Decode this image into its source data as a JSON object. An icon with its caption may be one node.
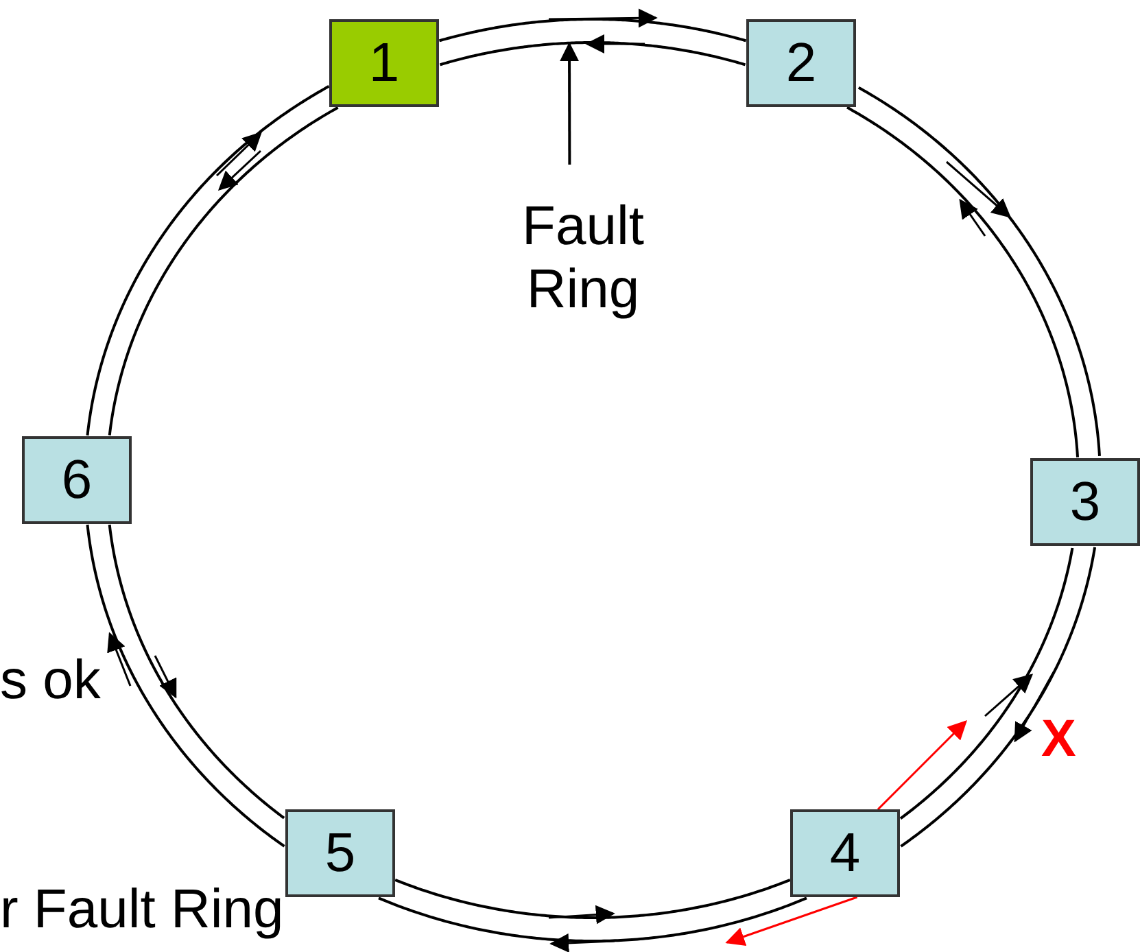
{
  "diagram": {
    "nodes": [
      {
        "text": [
          "1"
        ]
      },
      {
        "text": [
          "2"
        ]
      },
      {
        "text": [
          "3"
        ]
      },
      {
        "text": [
          "4"
        ]
      },
      {
        "text": [
          "5"
        ]
      },
      {
        "text": [
          "6"
        ]
      },
      {
        "text": [
          "Fault Ring"
        ]
      }
    ],
    "edges": [
      {
        "from": 0,
        "to": 1,
        "arrow": "none"
      },
      {
        "from": 1,
        "to": 2,
        "arrow": "none"
      },
      {
        "from": 2,
        "to": 3,
        "arrow": "none"
      },
      {
        "from": 3,
        "to": 4,
        "arrow": "none"
      },
      {
        "from": 4,
        "to": 5,
        "arrow": "none"
      },
      {
        "from": 5,
        "to": 0,
        "arrow": "none"
      },
      {
        "from": 0,
        "to": 1,
        "arrow": "none"
      },
      {
        "from": 1,
        "to": 2,
        "arrow": "none"
      },
      {
        "from": 2,
        "to": 3,
        "arrow": "none"
      },
      {
        "from": 3,
        "to": 4,
        "arrow": "none"
      },
      {
        "from": 4,
        "to": 5,
        "arrow": "none"
      },
      {
        "from": 5,
        "to": 0,
        "arrow": "none"
      },
      {
        "from": 6,
        "to": null,
        "arrow": "to"
      },
      {
        "from": 3,
        "to": null,
        "arrow": "to",
        "color": "#ff0000"
      },
      {
        "from": 3,
        "to": null,
        "arrow": "to",
        "color": "#ff0000"
      }
    ],
    "labels": [
      "s ok",
      "r Fault Ring",
      "X"
    ]
  }
}
